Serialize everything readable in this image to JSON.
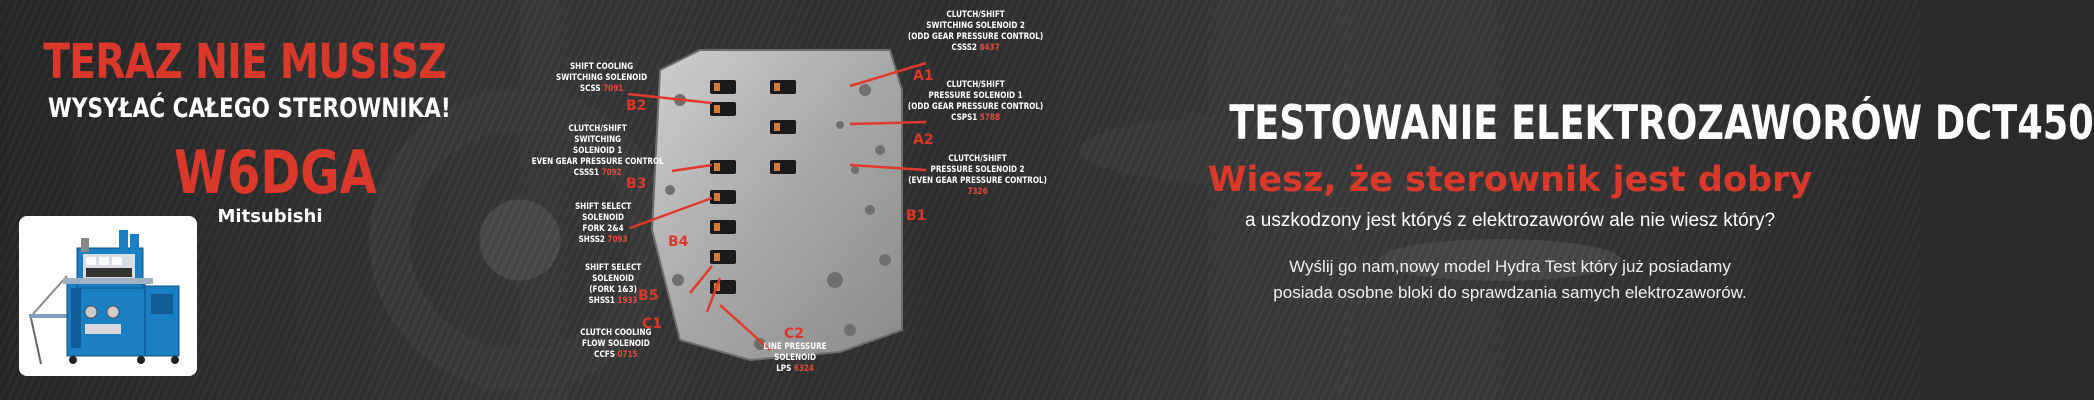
{
  "left": {
    "headline": "TERAZ NIE MUSISZ",
    "subheadline": "WYSYŁAĆ CAŁEGO STEROWNIKA!",
    "model": "W6DGA",
    "brand": "Mitsubishi"
  },
  "diagram": {
    "labels": [
      {
        "id": "scss",
        "lines": [
          "SHIFT COOLING",
          "SWITCHING SOLENOID"
        ],
        "code_prefix": "SCSS",
        "code": "7091"
      },
      {
        "id": "csss2",
        "lines": [
          "CLUTCH/SHIFT",
          "SWITCHING SOLENOID 2",
          "(ODD GEAR PRESSURE CONTROL)"
        ],
        "code_prefix": "CSSS2",
        "code": "8437"
      },
      {
        "id": "csps1",
        "lines": [
          "CLUTCH/SHIFT",
          "PRESSURE SOLENOID 1",
          "(ODD GEAR PRESSURE CONTROL)"
        ],
        "code_prefix": "CSPS1",
        "code": "5788"
      },
      {
        "id": "csss1",
        "lines": [
          "CLUTCH/SHIFT",
          "SWITCHING",
          "SOLENOID 1",
          "",
          "EVEN GEAR PRESSURE CONTROL"
        ],
        "code_prefix": "CSSS1",
        "code": "7092"
      },
      {
        "id": "csps2",
        "lines": [
          "CLUTCH/SHIFT",
          "PRESSURE SOLENOID 2",
          "(EVEN GEAR PRESSURE CONTROL)"
        ],
        "code_prefix": "",
        "code": "7326"
      },
      {
        "id": "shss2",
        "lines": [
          "SHIFT SELECT",
          "SOLENOID",
          "FORK 2&4"
        ],
        "code_prefix": "SHSS2",
        "code": "7093"
      },
      {
        "id": "shss1",
        "lines": [
          "SHIFT SELECT",
          "SOLENOID",
          "(FORK 1&3)"
        ],
        "code_prefix": "SHSS1",
        "code": "1933"
      },
      {
        "id": "ccfs",
        "lines": [
          "CLUTCH COOLING",
          "FLOW SOLENOID"
        ],
        "code_prefix": "CCFS",
        "code": "0715"
      },
      {
        "id": "lps",
        "lines": [
          "LINE PRESSURE",
          "SOLENOID"
        ],
        "code_prefix": "LPS",
        "code": "6324"
      }
    ],
    "tags": [
      "A1",
      "A2",
      "B1",
      "B2",
      "B3",
      "B4",
      "B5",
      "C1",
      "C2"
    ]
  },
  "right": {
    "title": "TESTOWANIE ELEKTROZAWORÓW DCT450",
    "subtitle": "Wiesz, że sterownik jest dobry",
    "line": "a uszkodzony jest któryś z elektrozaworów ale nie wiesz który?",
    "desc_1": "Wyślij go nam,nowy model Hydra Test który już posiadamy",
    "desc_2": "posiada osobne bloki do sprawdzania samych elektrozaworów."
  },
  "colors": {
    "accent_red": "#d9382a",
    "device_blue": "#1b7fc4",
    "text_white": "#ffffff"
  }
}
